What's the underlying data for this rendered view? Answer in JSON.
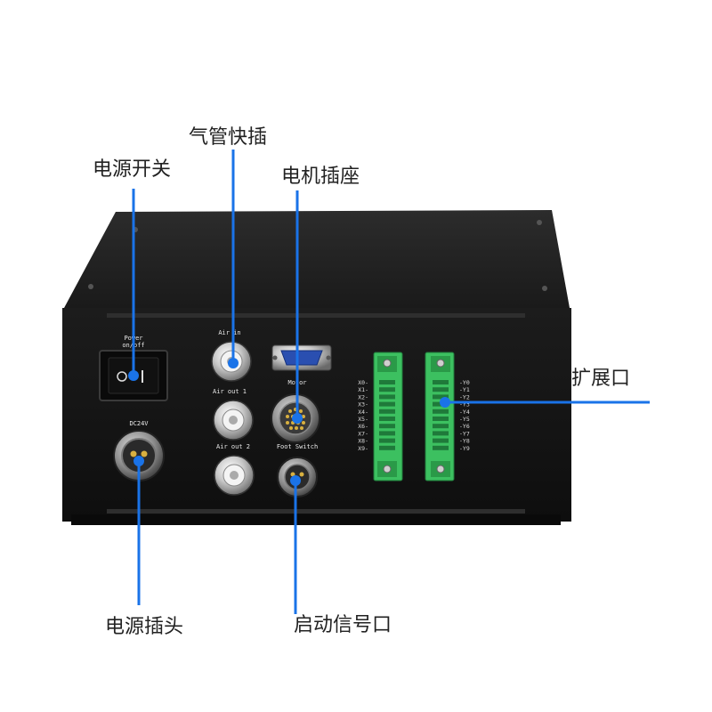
{
  "callouts": {
    "power_switch": "电源开关",
    "air_quick_plug": "气管快插",
    "motor_socket": "电机插座",
    "expansion_port": "扩展口",
    "power_plug": "电源插头",
    "start_signal_port": "启动信号口"
  },
  "panel_labels": {
    "power": "Power",
    "on_off": "on/off",
    "dc24v": "DC24V",
    "air_in": "Air in",
    "air_out_1": "Air out 1",
    "air_out_2": "Air out 2",
    "motor": "Motor",
    "foot_switch": "Foot Switch"
  },
  "terminal_x_labels": [
    "X0-",
    "X1-",
    "X2-",
    "X3-",
    "X4-",
    "X5-",
    "X6-",
    "X7-",
    "X8-",
    "X9-"
  ],
  "terminal_y_labels": [
    "-Y0",
    "-Y1",
    "-Y2",
    "-Y3",
    "-Y4",
    "-Y5",
    "-Y6",
    "-Y7",
    "-Y8",
    "-Y9"
  ],
  "colors": {
    "accent": "#1a73e8",
    "terminal_green": "#3cc060",
    "box_body": "#141414"
  }
}
